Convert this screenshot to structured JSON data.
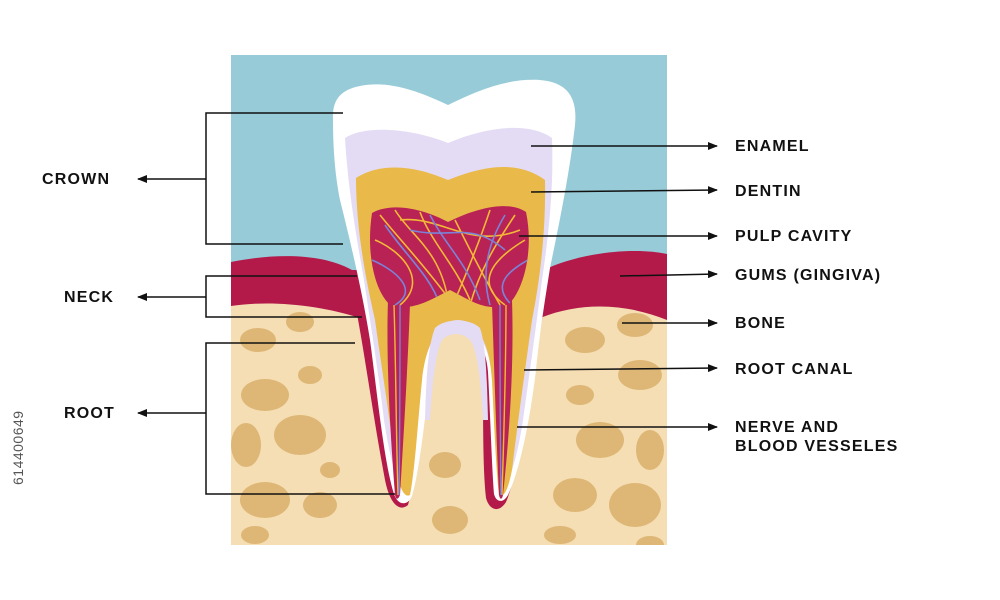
{
  "labels_left": {
    "crown": "CROWN",
    "neck": "NECK",
    "root": "ROOT"
  },
  "labels_right": {
    "enamel": "ENAMEL",
    "dentin": "DENTIN",
    "pulp_cavity": "PULP CAVITY",
    "gums": "GUMS (GINGIVA)",
    "bone": "BONE",
    "root_canal": "ROOT CANAL",
    "nerve_line1": "NERVE AND",
    "nerve_line2": "BLOOD VESSELES"
  },
  "stock_id": "614400649",
  "colors": {
    "background": "#ffffff",
    "sky": "#98cbd8",
    "gum": "#b31a4a",
    "bone": "#f5deb3",
    "bone_spots": "#deb776",
    "enamel": "#ffffff",
    "enamel_inner": "#e4dcf4",
    "dentin": "#e9b94a",
    "pulp": "#b82254",
    "nerve_yellow": "#f2b937",
    "nerve_blue": "#7b83d9",
    "label_text": "#111111",
    "leader_line": "#111111"
  }
}
